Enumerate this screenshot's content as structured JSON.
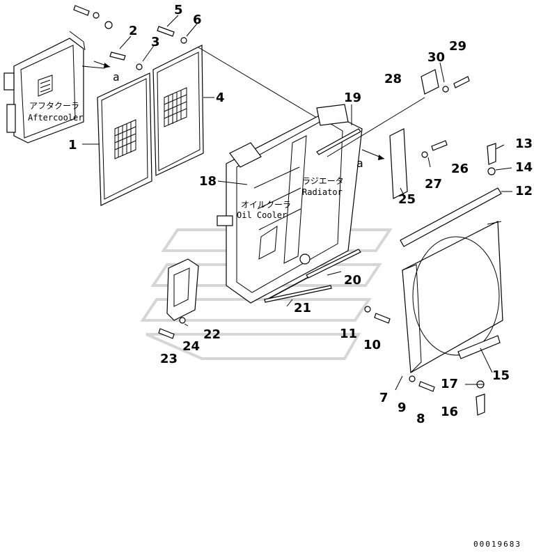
{
  "labels": {
    "aftercooler_jp": "アフタクーラ",
    "aftercooler_en": "Aftercooler",
    "oilcooler_jp": "オイルクーラ",
    "oilcooler_en": "Oil Cooler",
    "radiator_jp": "ラジエータ",
    "radiator_en": "Radiator",
    "ref_a1": "a",
    "ref_a2": "a"
  },
  "callouts": [
    "1",
    "2",
    "3",
    "4",
    "5",
    "6",
    "7",
    "8",
    "9",
    "10",
    "11",
    "12",
    "13",
    "14",
    "15",
    "16",
    "17",
    "18",
    "19",
    "20",
    "21",
    "22",
    "23",
    "24",
    "25",
    "26",
    "27",
    "28",
    "29",
    "30"
  ],
  "drawing_number": "00019683"
}
